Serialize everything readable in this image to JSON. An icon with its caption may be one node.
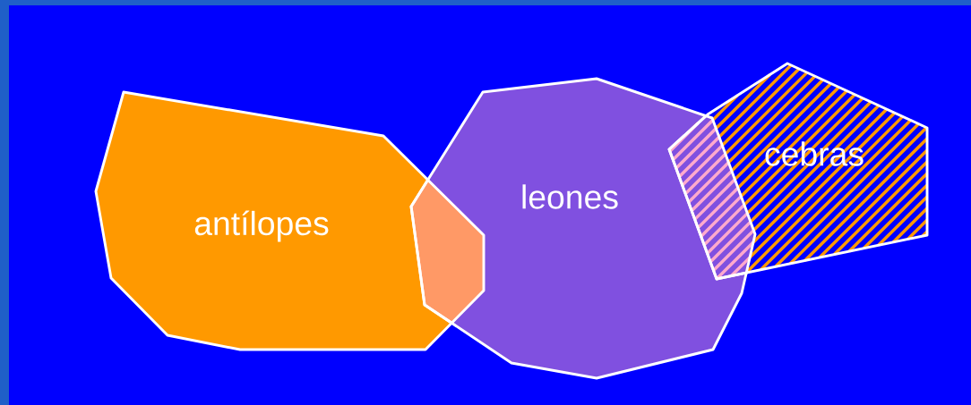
{
  "diagram": {
    "nodes": [
      {
        "text": [
          "antílopes"
        ]
      },
      {
        "text": [
          "leones"
        ]
      },
      {
        "text": [
          "cebras"
        ]
      }
    ]
  }
}
